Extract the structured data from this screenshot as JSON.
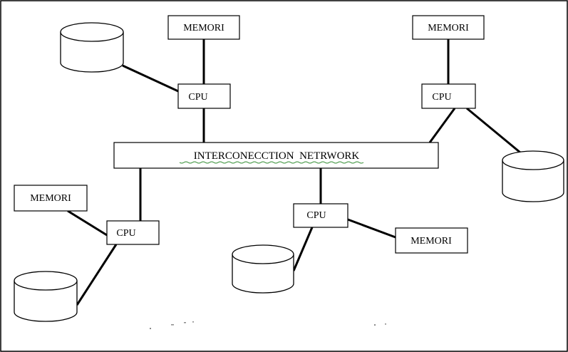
{
  "diagram": {
    "network_label": "INTERCONECCTION  NETRWORK",
    "nodes": [
      {
        "cpu_label": "CPU",
        "memory_label": "MEMORI"
      },
      {
        "cpu_label": "CPU",
        "memory_label": "MEMORI"
      },
      {
        "cpu_label": "CPU",
        "memory_label": "MEMORI"
      },
      {
        "cpu_label": "CPU",
        "memory_label": "MEMORI"
      }
    ],
    "disk_icon": "database-cylinder"
  }
}
